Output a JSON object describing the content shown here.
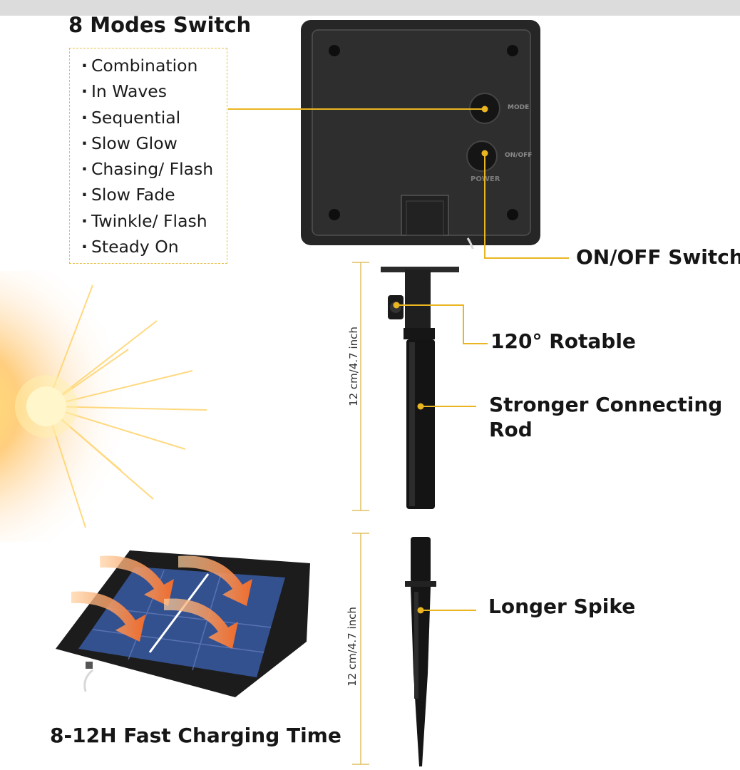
{
  "modes": {
    "title": "8 Modes Switch",
    "items": [
      "Combination",
      "In Waves",
      "Sequential",
      "Slow Glow",
      "Chasing/ Flash",
      "Slow Fade",
      "Twinkle/ Flash",
      "Steady On"
    ]
  },
  "controller": {
    "mode_button_label": "MODE",
    "onoff_button_label": "ON/OFF",
    "power_label": "POWER"
  },
  "callouts": {
    "onoff_switch": "ON/OFF Switch",
    "rotable": "120° Rotable",
    "rod": "Stronger Connecting Rod",
    "spike": "Longer Spike",
    "charging": "8-12H Fast Charging Time"
  },
  "dimensions": {
    "rod_length": "12 cm/4.7 inch",
    "spike_length": "12 cm/4.7 inch"
  },
  "colors": {
    "accent": "#e9b521",
    "device": "#2a2a2a",
    "panel_cell": "#3d5aa6"
  },
  "icons": {
    "sun": "sun-glow-icon",
    "arrows": "curved-arrow-icon"
  }
}
